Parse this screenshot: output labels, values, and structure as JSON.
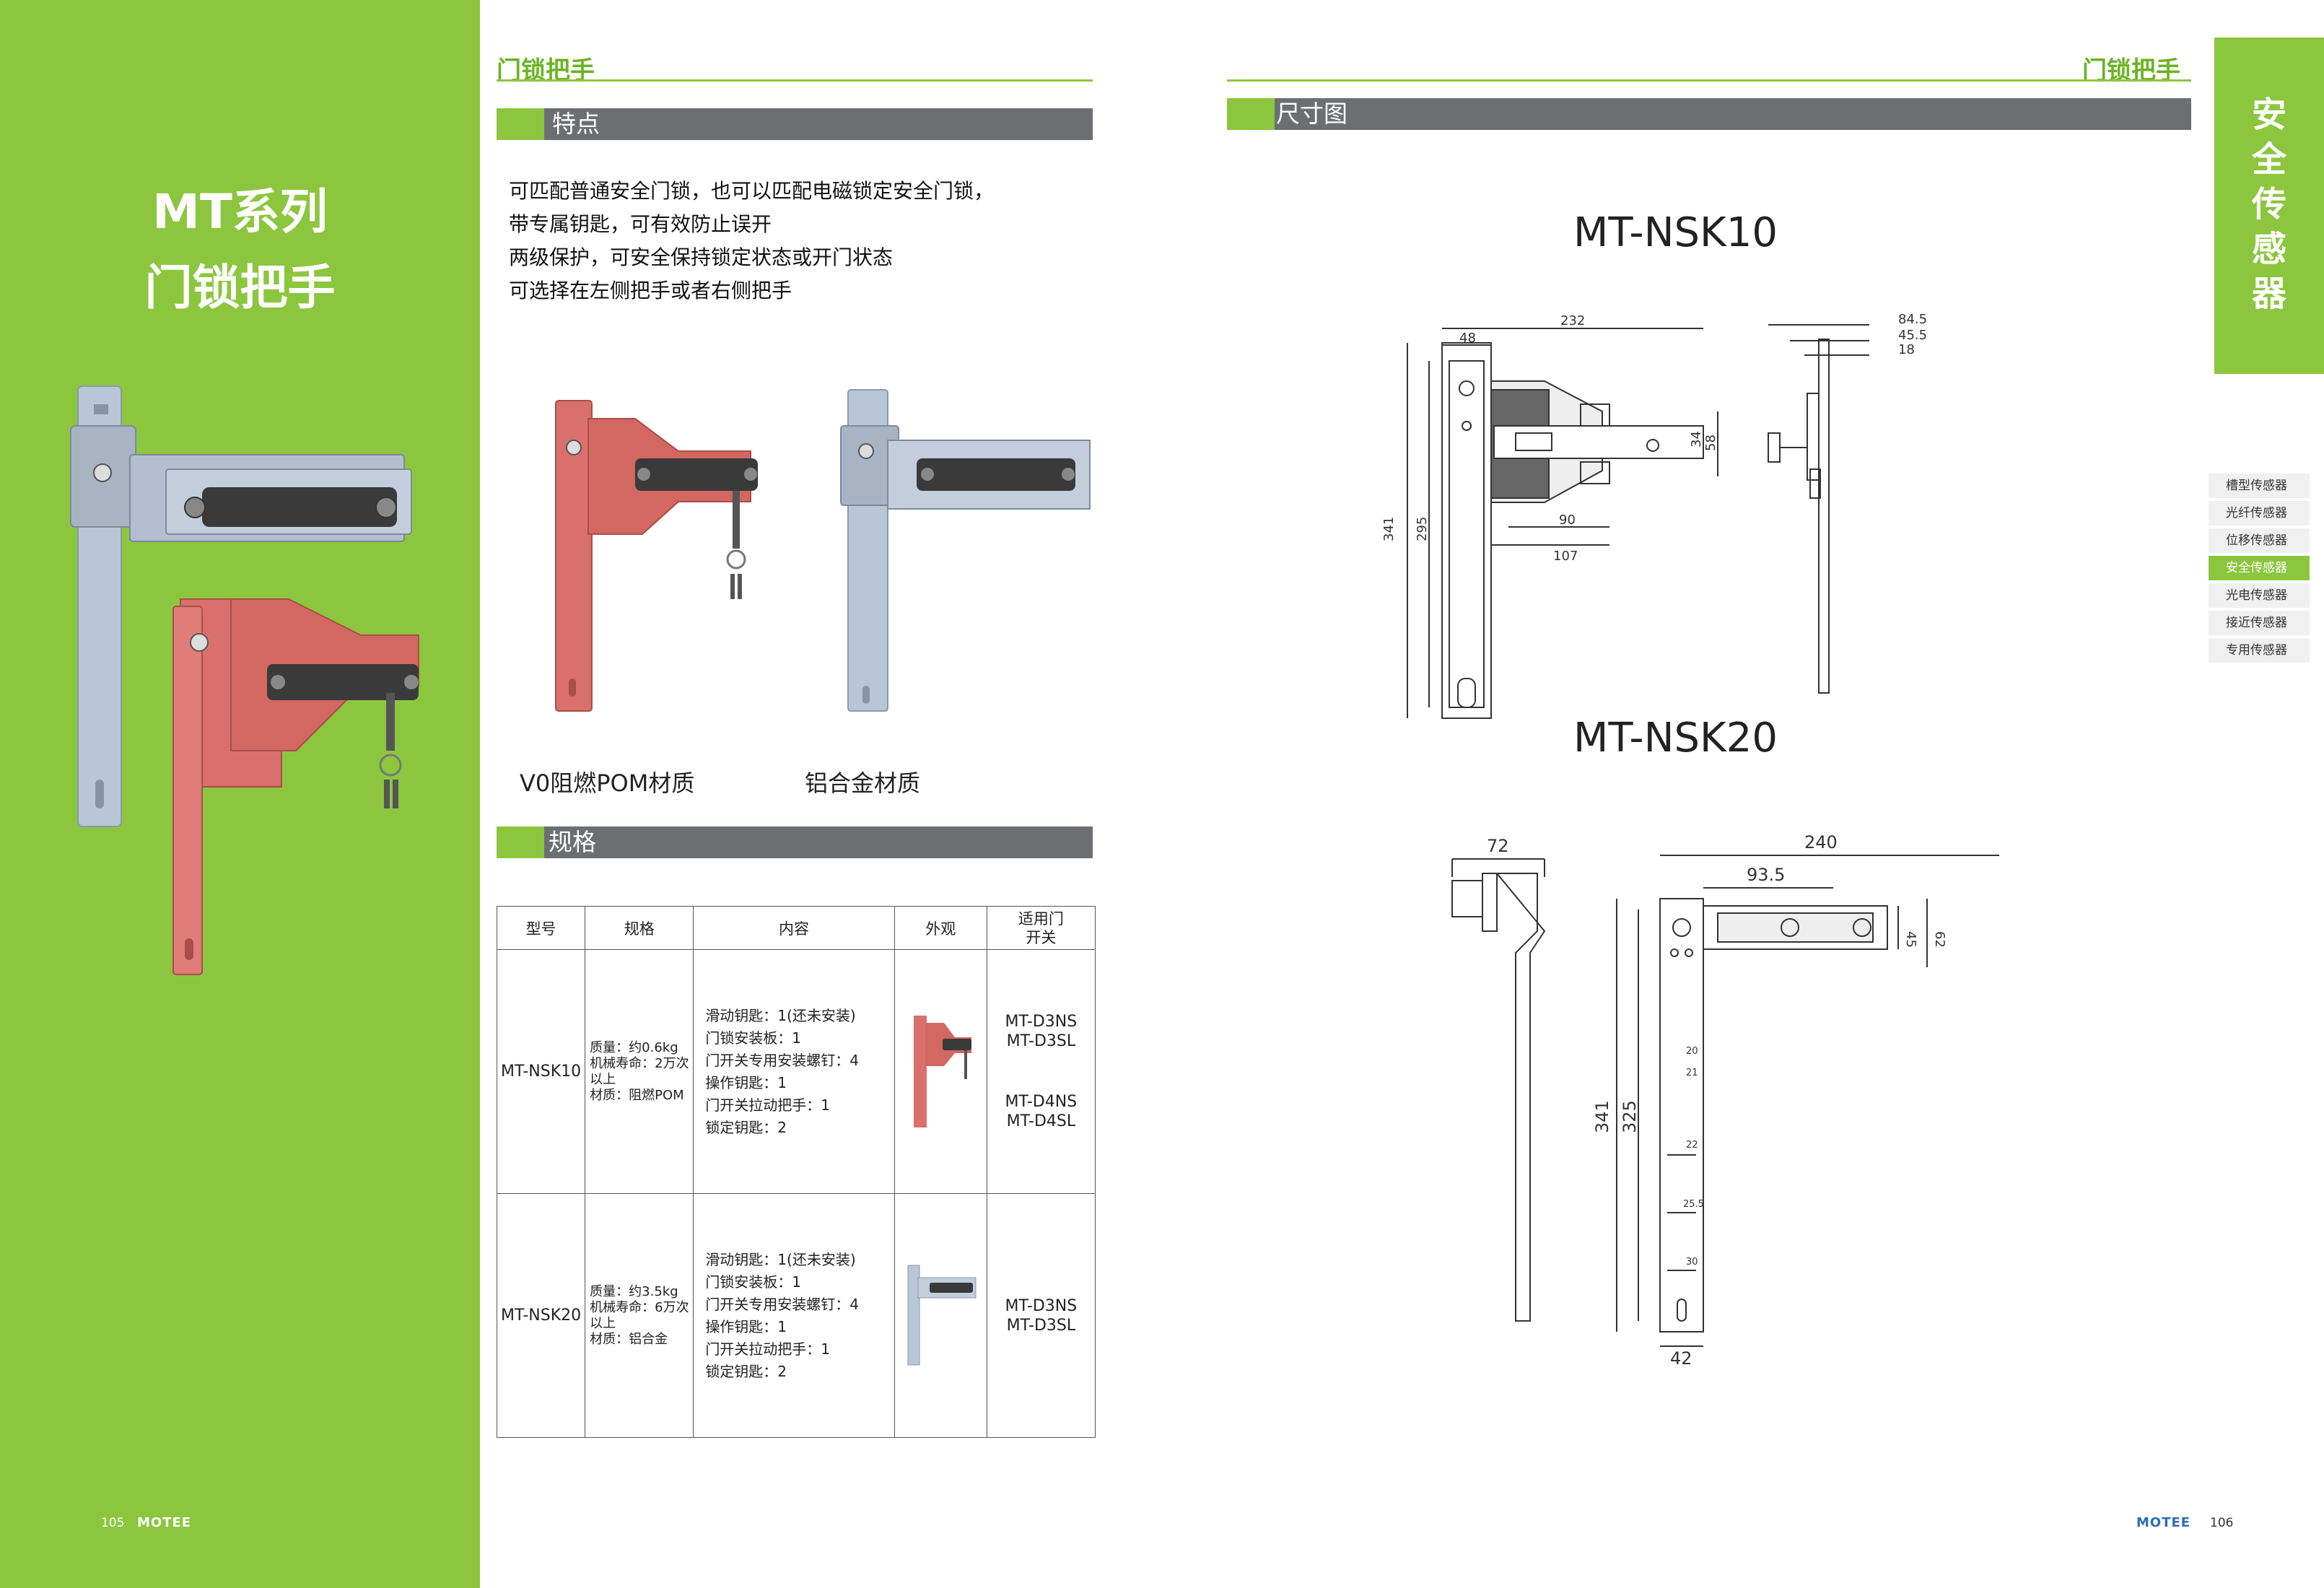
{
  "left": {
    "series_line1": "MT系列",
    "series_line2": "门锁把手",
    "page_num": "105",
    "brand": "MOTEE"
  },
  "page_left_title": "门锁把手",
  "features": {
    "heading": "特点",
    "lines": [
      "可匹配普通安全门锁，也可以匹配电磁锁定安全门锁，",
      "带专属钥匙，可有效防止误开",
      "两级保护，可安全保持锁定状态或开门状态",
      "可选择在左侧把手或者右侧把手"
    ],
    "material_pom": "V0阻燃POM材质",
    "material_al": "铝合金材质"
  },
  "spec": {
    "heading": "规格",
    "headers": [
      "型号",
      "规格",
      "内容",
      "外观",
      "适用门\n开关"
    ],
    "rows": [
      {
        "model": "MT-NSK10",
        "spec": [
          "质量：约0.6kg",
          "机械寿命：2万次",
          "以上",
          "材质：阻燃POM"
        ],
        "content": [
          "滑动钥匙：1(还未安装)",
          "门锁安装板：1",
          "门开关专用安装螺钉：4",
          "操作钥匙：1",
          "门开关拉动把手：1",
          "锁定钥匙：2"
        ],
        "switch_a": [
          "MT-D3NS",
          "MT-D3SL"
        ],
        "switch_b": [
          "MT-D4NS",
          "MT-D4SL"
        ]
      },
      {
        "model": "MT-NSK20",
        "spec": [
          "质量：约3.5kg",
          "机械寿命：6万次",
          "以上",
          "材质：铝合金"
        ],
        "content": [
          "滑动钥匙：1(还未安装)",
          "门锁安装板：1",
          "门开关专用安装螺钉：4",
          "操作钥匙：1",
          "门开关拉动把手：1",
          "锁定钥匙：2"
        ],
        "switch_a": [
          "MT-D3NS",
          "MT-D3SL"
        ]
      }
    ]
  },
  "right": {
    "page_title": "门锁把手",
    "dim_heading": "尺寸图",
    "model1": "MT-NSK10",
    "model2": "MT-NSK20",
    "tab_label": [
      "安",
      "全",
      "传",
      "感",
      "器"
    ],
    "nav": [
      "槽型传感器",
      "光纤传感器",
      "位移传感器",
      "安全传感器",
      "光电传感器",
      "接近传感器",
      "专用传感器"
    ],
    "brand": "MOTEE",
    "page_num": "106",
    "dims1": {
      "w232": "232",
      "w48": "48",
      "h341": "341",
      "h295": "295",
      "d90": "90",
      "d107": "107",
      "d34": "34",
      "d58": "58",
      "s845": "84.5",
      "s455": "45.5",
      "s18": "18"
    },
    "dims2": {
      "w72": "72",
      "w240": "240",
      "w935": "93.5",
      "d45": "45",
      "d62": "62",
      "h341": "341",
      "h325": "325",
      "w42": "42",
      "p20": "20",
      "p21": "21",
      "p22": "22",
      "p255": "25.5",
      "p30": "30"
    }
  },
  "colors": {
    "green": "#8cc63f",
    "gray_bar": "#6d6e71",
    "pom_red": "#d9706b",
    "aluminum": "#b9c6d8",
    "handle": "#3a3a3a"
  }
}
